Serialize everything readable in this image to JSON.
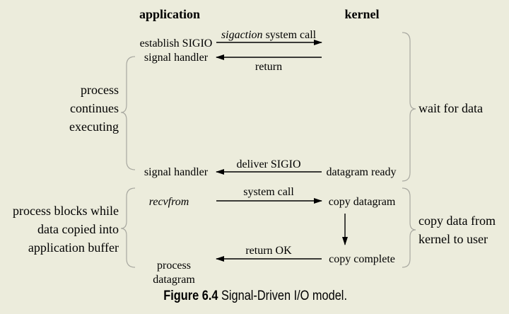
{
  "headers": {
    "application": "application",
    "kernel": "kernel"
  },
  "app_column": {
    "establish_sigio": "establish SIGIO",
    "signal_handler_setup": "signal handler",
    "signal_handler_callback": "signal handler",
    "recvfrom": "recvfrom",
    "process_datagram_line1": "process",
    "process_datagram_line2": "datagram"
  },
  "kernel_column": {
    "datagram_ready": "datagram ready",
    "copy_datagram": "copy datagram",
    "copy_complete": "copy complete"
  },
  "arrows": {
    "sigaction_italic": "sigaction",
    "sigaction_rest": " system call",
    "return_label": "return",
    "deliver_sigio": "deliver SIGIO",
    "system_call": "system call",
    "return_ok": "return OK"
  },
  "left_notes": {
    "process_continues": [
      "process",
      "continues",
      "executing"
    ],
    "process_blocks": [
      "process blocks while",
      "data copied into",
      "application buffer"
    ]
  },
  "right_notes": {
    "wait_for_data": "wait for data",
    "copy_data": [
      "copy data from",
      "kernel to user"
    ]
  },
  "caption": {
    "number": "Figure 6.4",
    "title": " Signal-Driven I/O model."
  }
}
